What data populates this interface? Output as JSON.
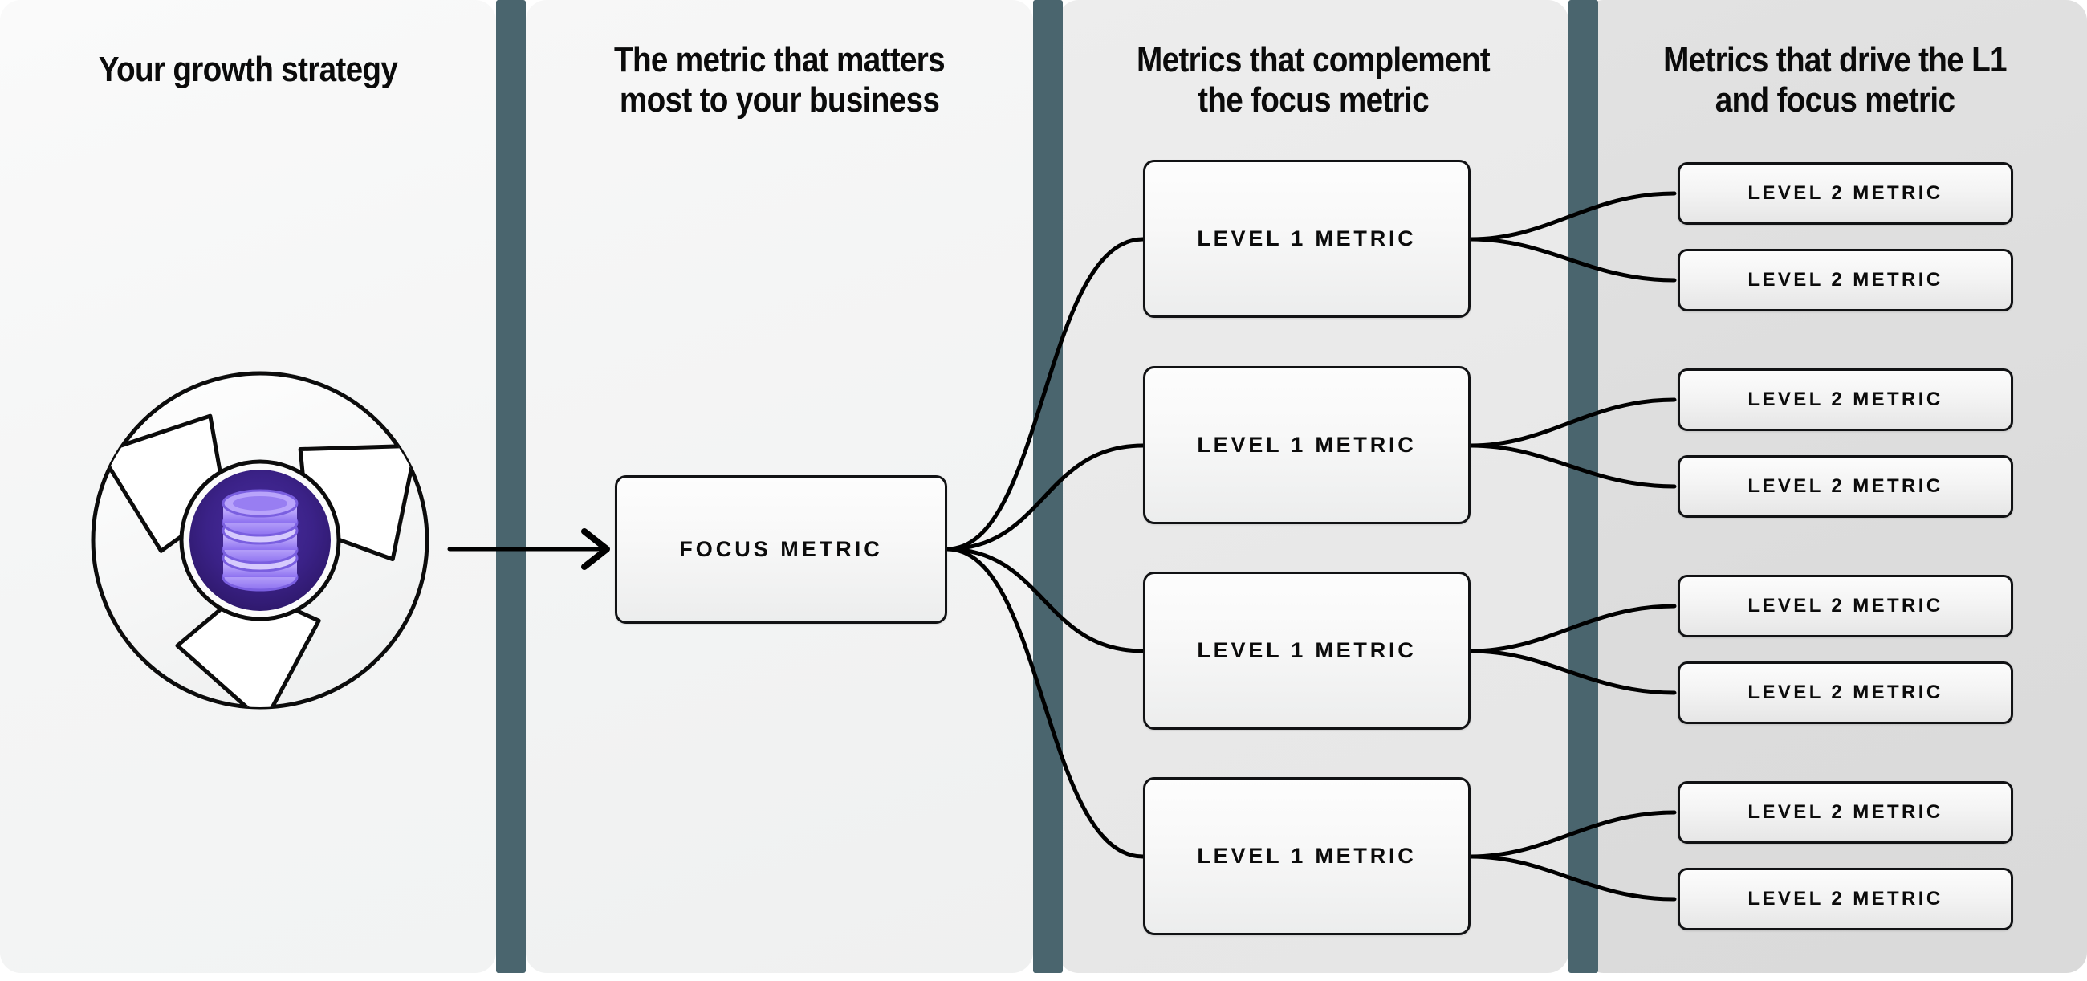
{
  "theme": {
    "divider_color": "#4a656e",
    "panel_1_bg": "#f4f5f5",
    "panel_2_bg": "#f2f3f3",
    "panel_3_bg": "#e8e8e8",
    "panel_4_bg": "#dcdcdc",
    "node_border": "#111214",
    "text_color": "#0b0b0b",
    "logo_core_color": "#2e1a6e",
    "logo_icon_color": "#a78bfa",
    "connector_color": "#000000"
  },
  "columns": [
    {
      "id": "growth-strategy",
      "heading": "Your growth strategy"
    },
    {
      "id": "focus-metric",
      "heading_line1": "The metric that matters",
      "heading_line2": "most to your business"
    },
    {
      "id": "level-1-metrics",
      "heading_line1": "Metrics that complement",
      "heading_line2": "the focus metric"
    },
    {
      "id": "level-2-metrics",
      "heading_line1": "Metrics that drive the L1",
      "heading_line2": "and focus metric"
    }
  ],
  "logo": {
    "name": "data-platform-logo",
    "icon": "database-icon",
    "shape": "pinwheel-aperture",
    "blade_count": 3
  },
  "focus_node": {
    "label": "FOCUS METRIC"
  },
  "level1_nodes": [
    {
      "label": "LEVEL 1 METRIC"
    },
    {
      "label": "LEVEL 1 METRIC"
    },
    {
      "label": "LEVEL 1 METRIC"
    },
    {
      "label": "LEVEL 1 METRIC"
    }
  ],
  "level2_nodes": [
    {
      "label": "LEVEL 2 METRIC"
    },
    {
      "label": "LEVEL 2 METRIC"
    },
    {
      "label": "LEVEL 2 METRIC"
    },
    {
      "label": "LEVEL 2 METRIC"
    },
    {
      "label": "LEVEL 2 METRIC"
    },
    {
      "label": "LEVEL 2 METRIC"
    },
    {
      "label": "LEVEL 2 METRIC"
    },
    {
      "label": "LEVEL 2 METRIC"
    }
  ]
}
